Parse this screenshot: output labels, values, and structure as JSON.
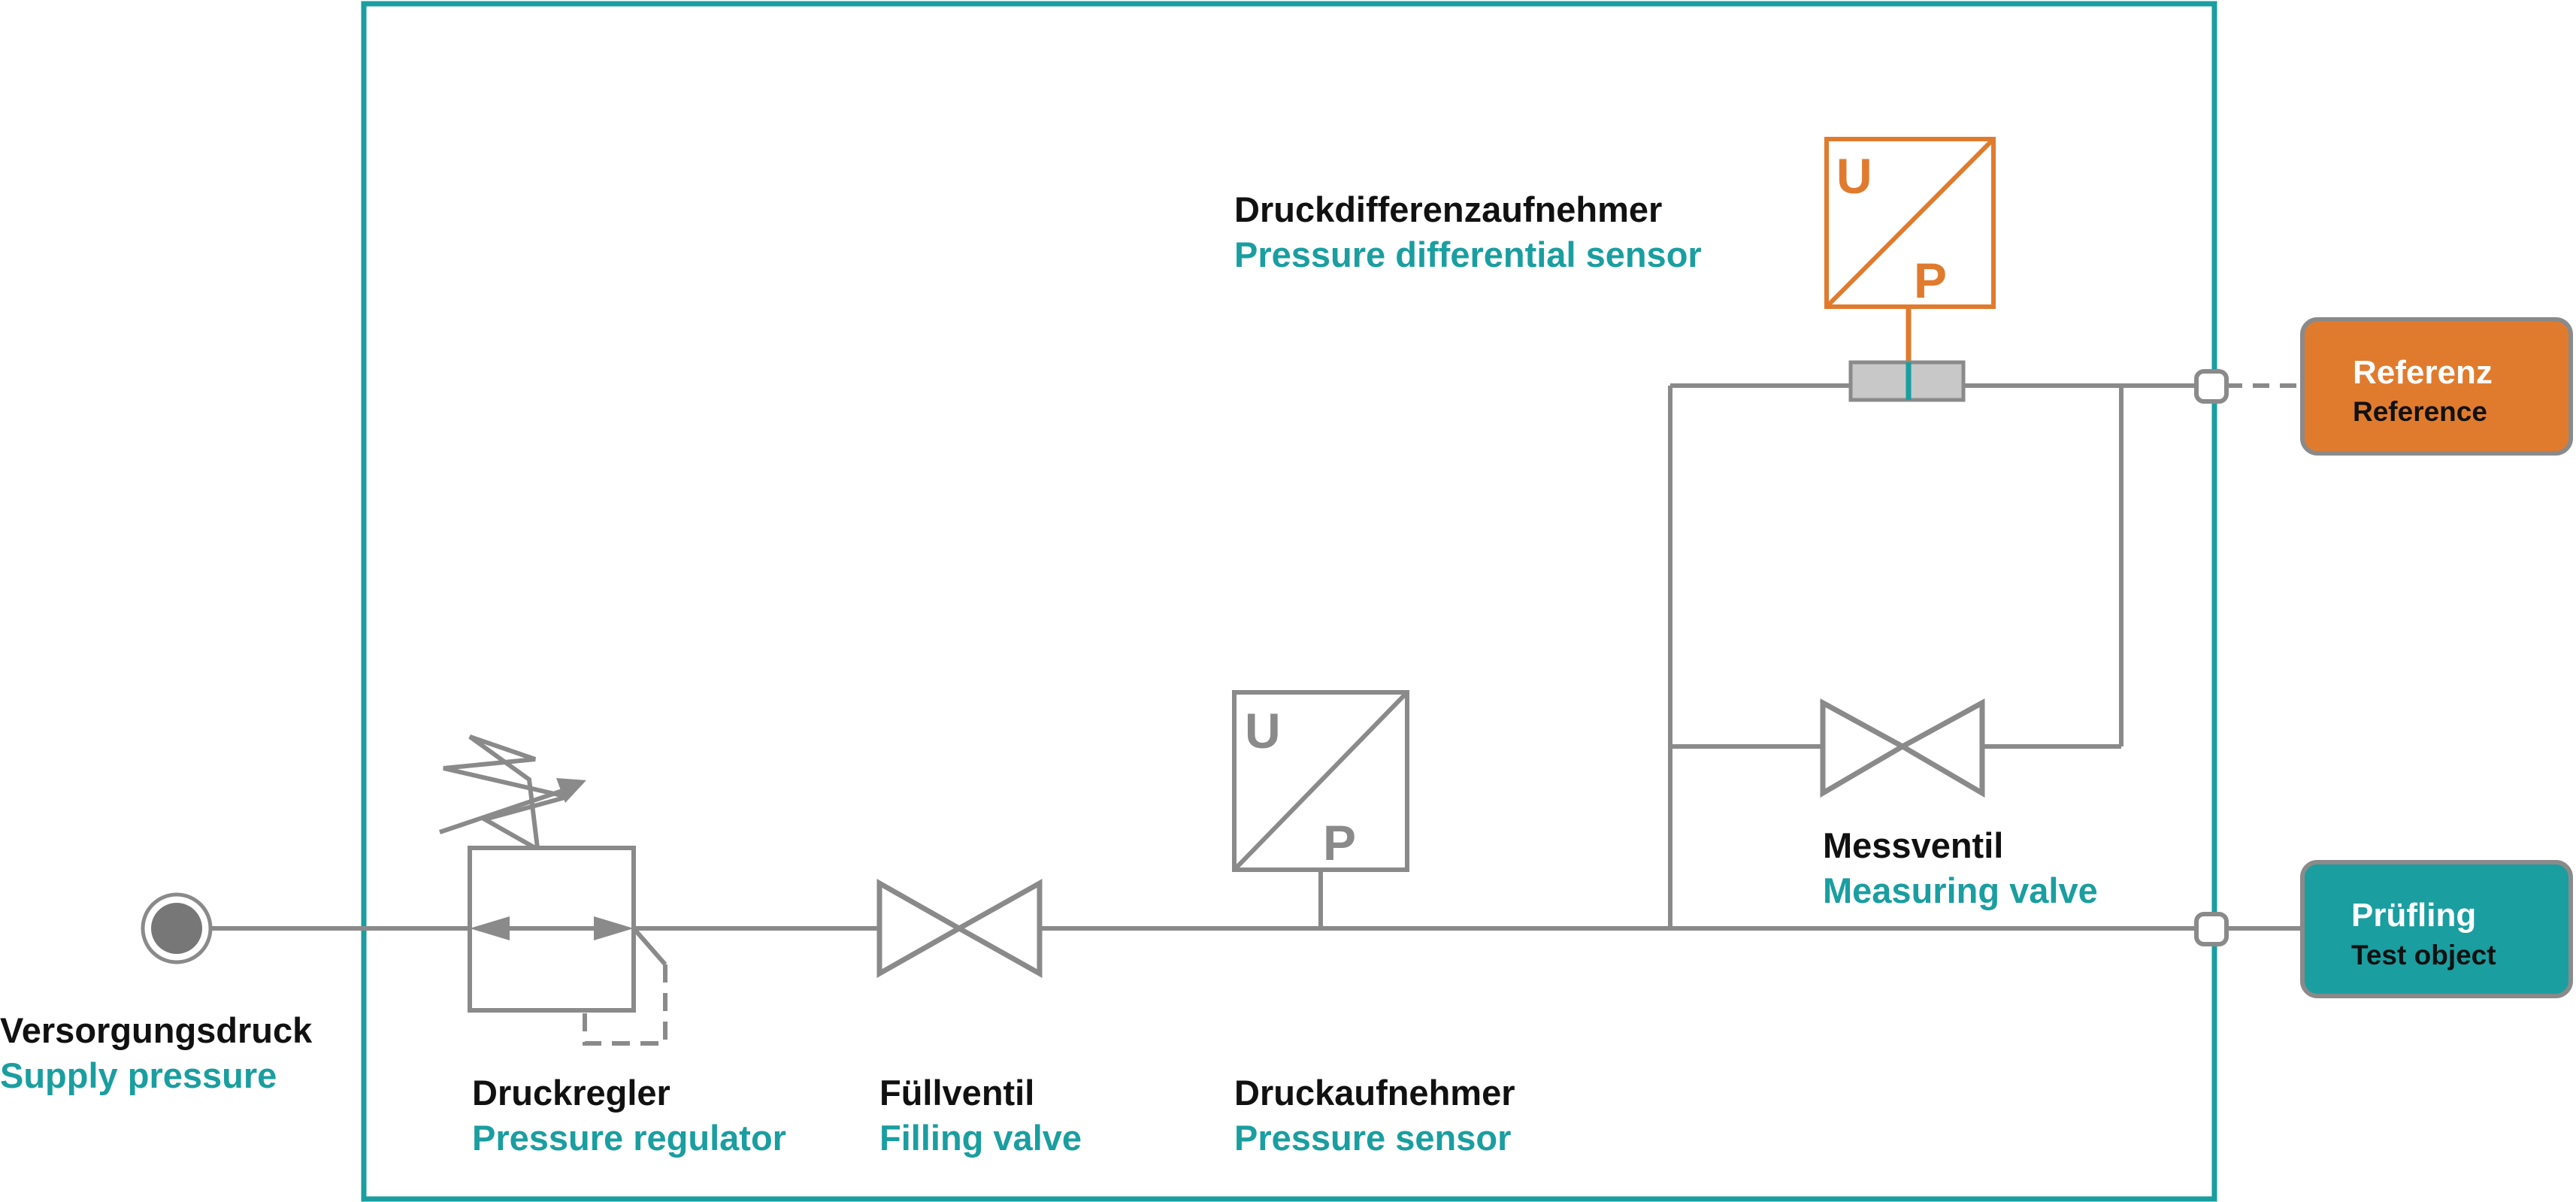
{
  "colors": {
    "frame": "#1a9ea0",
    "line": "#8a8a8a",
    "sensor_diff": "#e07b2e",
    "reference_box": "#e07b2e",
    "test_object_box": "#1a9ea0",
    "german_text": "#111111",
    "english_text": "#1a9ea0"
  },
  "labels": {
    "supply": {
      "de": "Versorgungsdruck",
      "en": "Supply pressure"
    },
    "regulator": {
      "de": "Druckregler",
      "en": "Pressure regulator"
    },
    "filling_valve": {
      "de": "Füllventil",
      "en": "Filling valve"
    },
    "pressure_sensor": {
      "de": "Druckaufnehmer",
      "en": "Pressure sensor"
    },
    "measuring_valve": {
      "de": "Messventil",
      "en": "Measuring valve"
    },
    "diff_sensor": {
      "de": "Druckdifferenzaufnehmer",
      "en": "Pressure differential sensor"
    }
  },
  "ports": {
    "reference": {
      "title": "Referenz",
      "subtitle": "Reference"
    },
    "test_object": {
      "title": "Prüfling",
      "subtitle": "Test object"
    }
  },
  "sensor_letters": {
    "u": "U",
    "p": "P"
  },
  "icons": [
    "supply-port-icon",
    "pressure-regulator-icon",
    "filling-valve-icon",
    "pressure-sensor-icon",
    "differential-sensor-icon",
    "measuring-valve-icon",
    "connector-icon"
  ]
}
